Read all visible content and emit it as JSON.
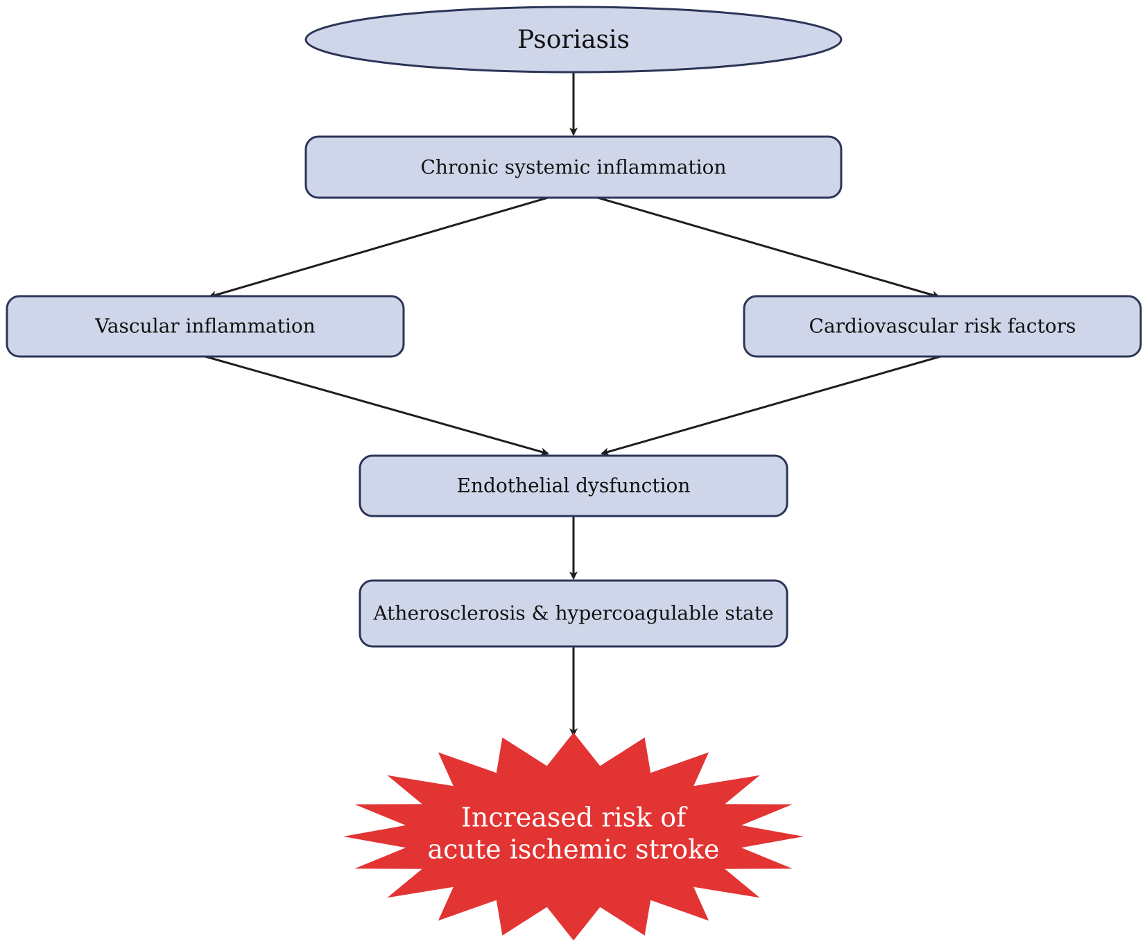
{
  "diagram": {
    "colors": {
      "box_fill": "#cfd6e9",
      "box_stroke": "#2c3557",
      "arrow": "#1e1e1e",
      "burst_fill": "#e33434",
      "burst_text": "#ffffff"
    },
    "nodes": {
      "psoriasis": "Psoriasis",
      "chronic": "Chronic systemic inflammation",
      "vascular": "Vascular inflammation",
      "cardio": "Cardiovascular risk factors",
      "endothelial": "Endothelial dysfunction",
      "athero": "Atherosclerosis & hypercoagulable state",
      "outcome_line1": "Increased risk of",
      "outcome_line2": "acute ischemic stroke"
    },
    "edges": [
      {
        "from": "psoriasis",
        "to": "chronic"
      },
      {
        "from": "chronic",
        "to": "vascular"
      },
      {
        "from": "chronic",
        "to": "cardio"
      },
      {
        "from": "vascular",
        "to": "endothelial"
      },
      {
        "from": "cardio",
        "to": "endothelial"
      },
      {
        "from": "endothelial",
        "to": "athero"
      },
      {
        "from": "athero",
        "to": "outcome"
      }
    ]
  }
}
